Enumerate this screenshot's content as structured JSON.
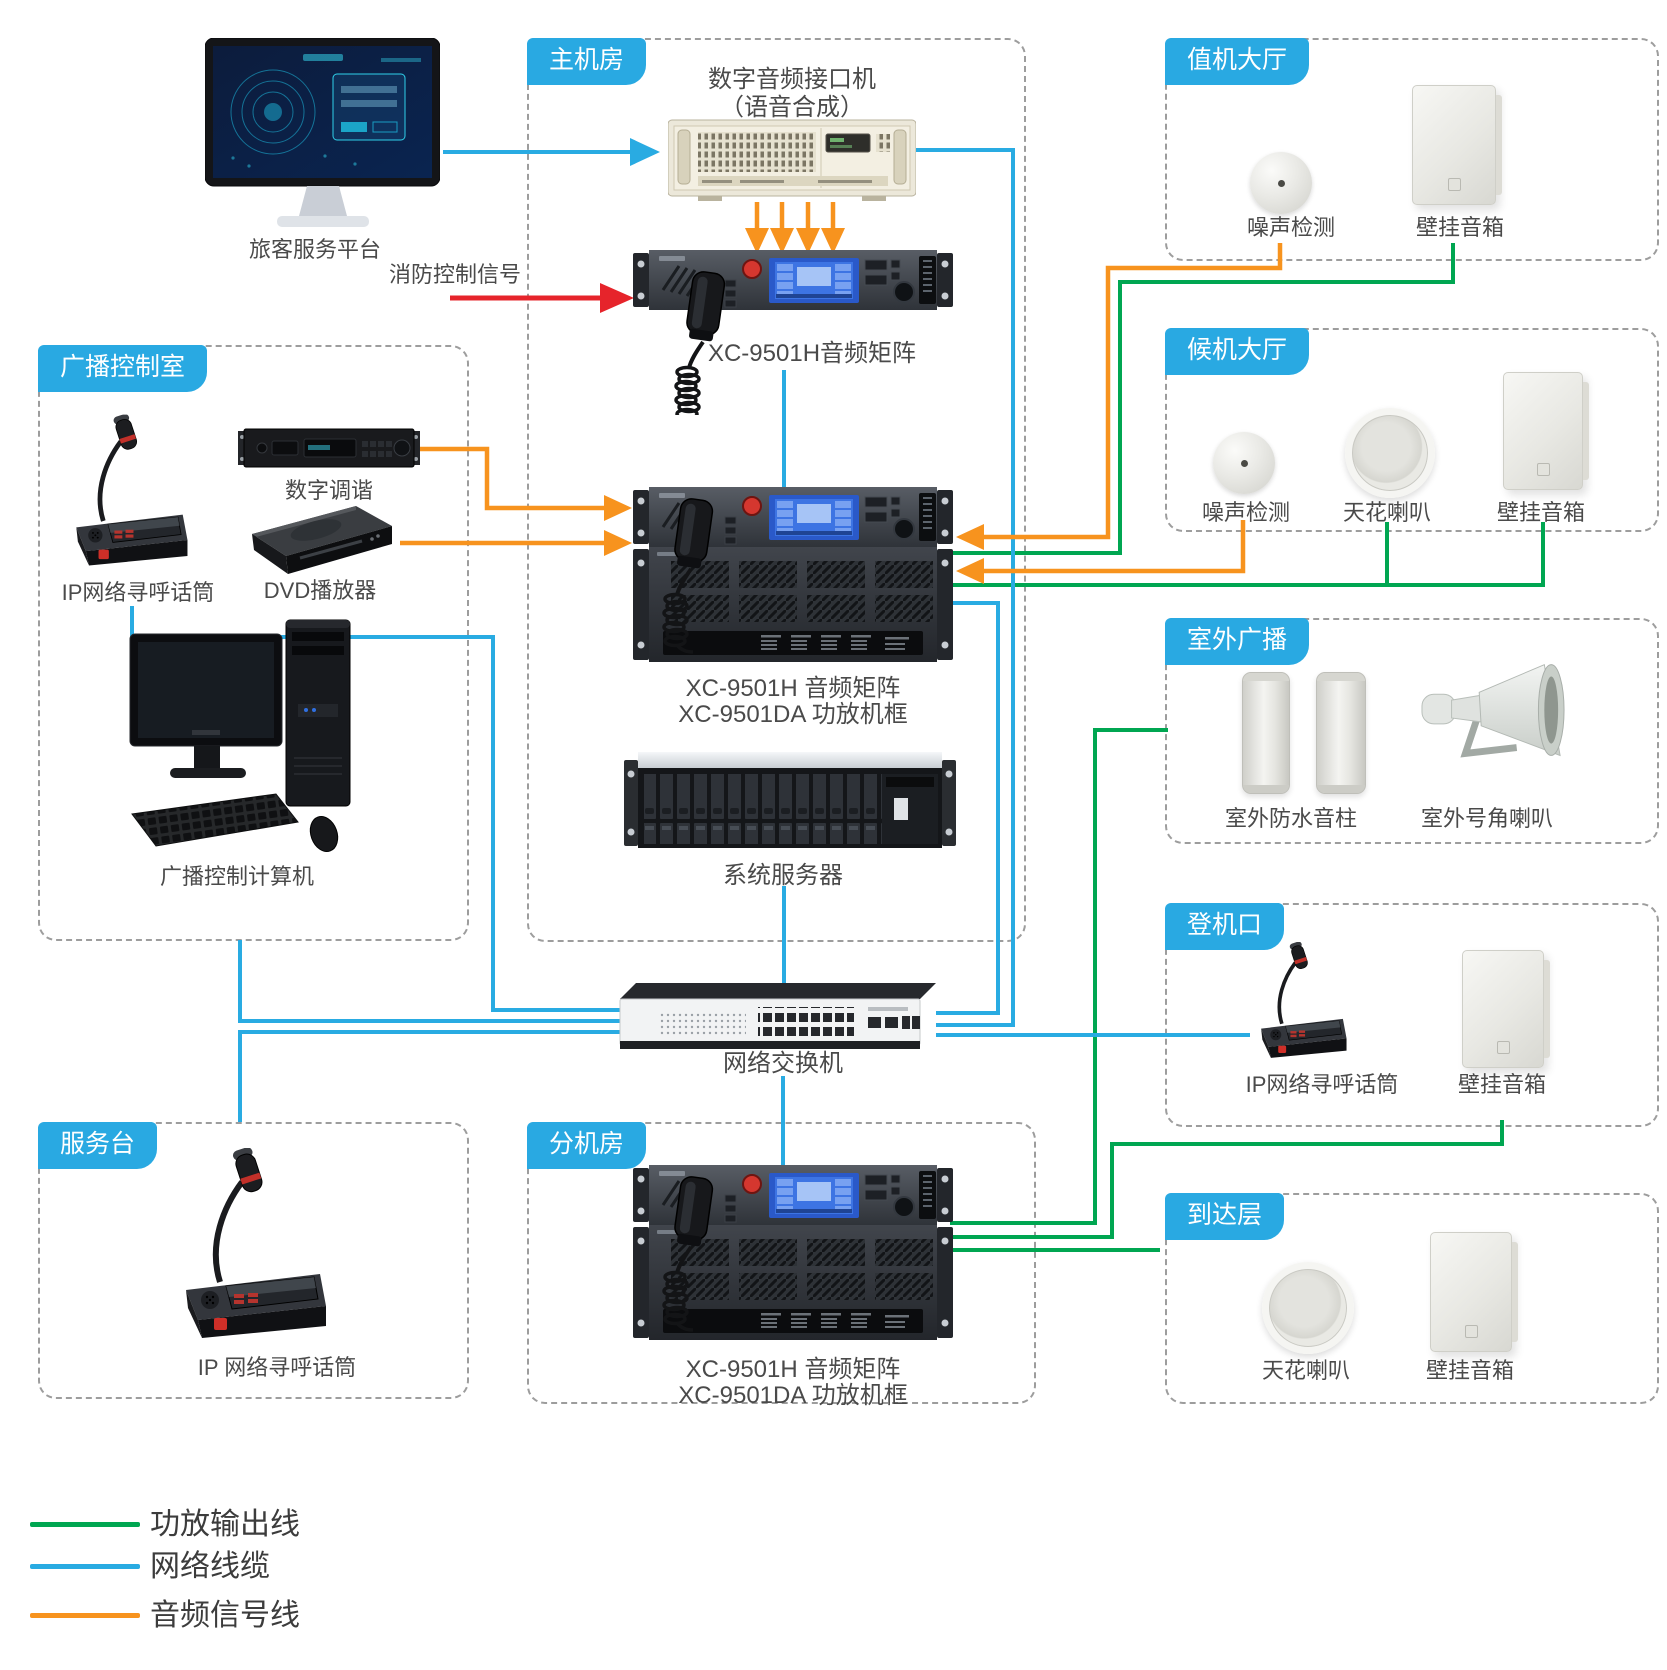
{
  "colors": {
    "green": "#00A651",
    "blue": "#29ABE2",
    "orange": "#F7931E",
    "red": "#E6242B",
    "tag_bg": "#29A9E2"
  },
  "platform": {
    "label": "旅客服务平台"
  },
  "fire": {
    "label": "消防控制信号"
  },
  "main_room": {
    "tag": "主机房",
    "interface_l1": "数字音频接口机",
    "interface_l2": "（语音合成）",
    "matrix_label": "XC-9501H音频矩阵",
    "rack_l1": "XC-9501H 音频矩阵",
    "rack_l2": "XC-9501DA 功放机框",
    "server_label": "系统服务器"
  },
  "network_switch": {
    "label": "网络交换机"
  },
  "control_room": {
    "tag": "广播控制室",
    "ip_mic": "IP网络寻呼话筒",
    "tuner": "数字调谐",
    "dvd": "DVD播放器",
    "computer": "广播控制计算机"
  },
  "service_desk": {
    "tag": "服务台",
    "ip_mic": "IP 网络寻呼话筒"
  },
  "branch_room": {
    "tag": "分机房",
    "rack_l1": "XC-9501H 音频矩阵",
    "rack_l2": "XC-9501DA 功放机框"
  },
  "checkin_hall": {
    "tag": "值机大厅",
    "noise": "噪声检测",
    "wall": "壁挂音箱"
  },
  "waiting_hall": {
    "tag": "候机大厅",
    "noise": "噪声检测",
    "ceiling": "天花喇叭",
    "wall": "壁挂音箱"
  },
  "outdoor": {
    "tag": "室外广播",
    "column": "室外防水音柱",
    "horn": "室外号角喇叭"
  },
  "boarding_gate": {
    "tag": "登机口",
    "ip_mic": "IP网络寻呼话筒",
    "wall": "壁挂音箱"
  },
  "arrival_level": {
    "tag": "到达层",
    "ceiling": "天花喇叭",
    "wall": "壁挂音箱"
  },
  "legend": {
    "amp": "功放输出线",
    "network": "网络线缆",
    "audio": "音频信号线"
  }
}
